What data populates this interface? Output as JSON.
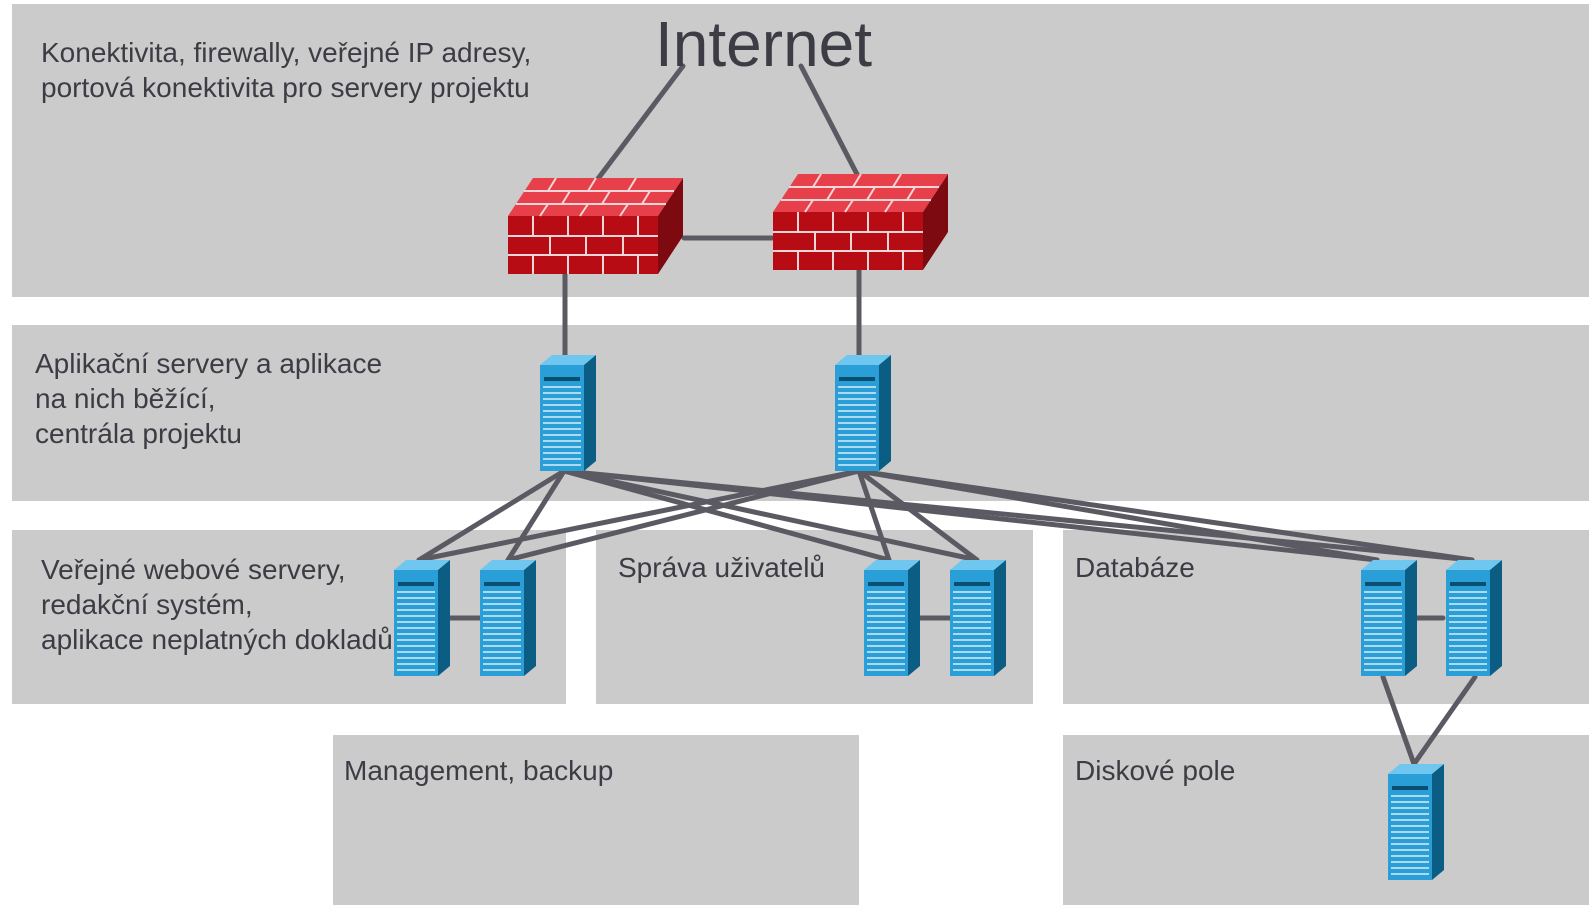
{
  "title": "Internet",
  "zones": {
    "internet": "Konektivita, firewally, veřejné IP adresy,\nportová konektivita pro servery projektu",
    "app": "Aplikační servery a aplikace\nna nich běžící,\ncentrála projektu",
    "web": "Veřejné webové servery,\nredakční systém,\naplikace neplatných dokladů",
    "users": "Správa uživatelů",
    "db": "Databáze",
    "mgmt": "Management, backup",
    "storage": "Diskové pole"
  },
  "colors": {
    "zone": "#cbcbcb",
    "text": "#3c3c44",
    "link": "#5b5a63",
    "firewall": "#b80c14",
    "server": "#2a9ed6"
  },
  "icons": [
    "firewall-icon",
    "server-icon"
  ]
}
